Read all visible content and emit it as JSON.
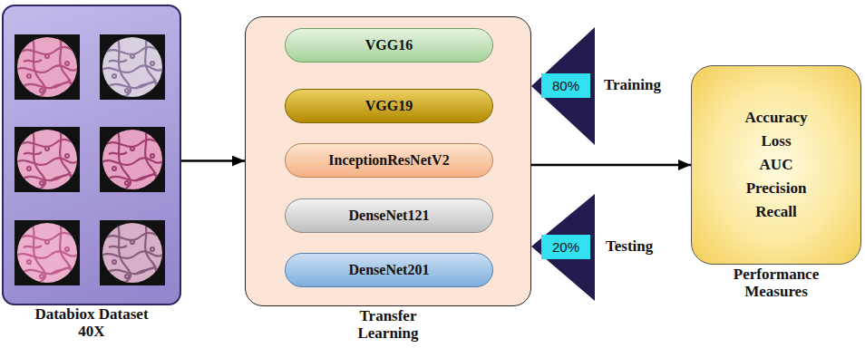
{
  "diagram": {
    "nodes": [
      {
        "text": [
          "Databiox Dataset 40X"
        ]
      },
      {
        "text": [
          "Transfer Learning"
        ]
      },
      {
        "text": [
          "VGG16"
        ],
        "in": 1
      },
      {
        "text": [
          "VGG19"
        ],
        "in": 1
      },
      {
        "text": [
          "InceptionResNetV2"
        ],
        "in": 1
      },
      {
        "text": [
          "DenseNet121"
        ],
        "in": 1
      },
      {
        "text": [
          "DenseNet201"
        ],
        "in": 1
      },
      {
        "text": [
          "80%"
        ]
      },
      {
        "text": [
          "20%"
        ]
      },
      {
        "text": [
          "Accuracy Loss AUC Precision Recall",
          "Performance Measures"
        ]
      }
    ],
    "edges": [
      {
        "from": 0,
        "to": 1,
        "arrow": "to"
      },
      {
        "from": 1,
        "to": 9,
        "arrow": "to"
      }
    ],
    "labels": [
      "Training",
      "Testing"
    ]
  }
}
